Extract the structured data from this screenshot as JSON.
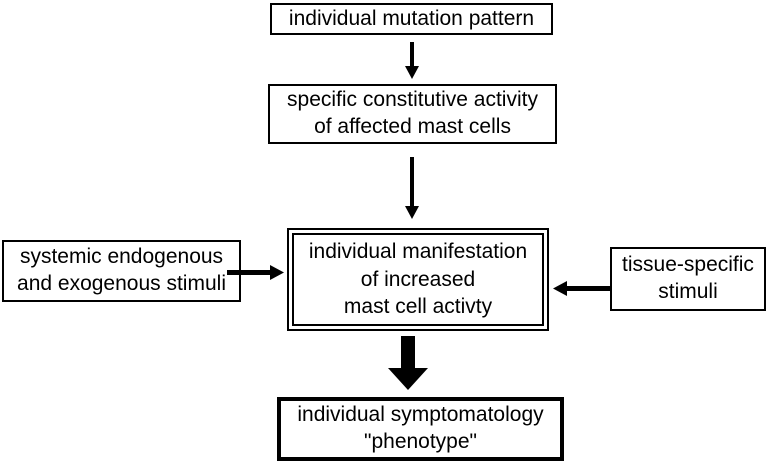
{
  "diagram": {
    "title": "mast cell disease phenotype flowchart",
    "background_color": "#ffffff",
    "line_color": "#000000",
    "boxes": {
      "mutation": {
        "text": "individual mutation pattern",
        "border": "thin"
      },
      "constitutive": {
        "lines": [
          "specific constitutive activity",
          "of affected mast cells"
        ],
        "border": "thin"
      },
      "manifestation": {
        "lines": [
          "individual manifestation",
          "of increased",
          "mast cell activty"
        ],
        "border": "double"
      },
      "systemic": {
        "lines": [
          "systemic endogenous",
          "and exogenous stimuli"
        ],
        "border": "thin"
      },
      "tissue": {
        "lines": [
          "tissue-specific",
          "stimuli"
        ],
        "border": "thin"
      },
      "phenotype": {
        "lines": [
          "individual symptomatology",
          "\"phenotype\""
        ],
        "border": "thick"
      }
    },
    "edges": [
      {
        "from": "individual mutation pattern",
        "to": "specific constitutive activity of affected mast cells",
        "direction": "down",
        "style": "thin-arrow"
      },
      {
        "from": "specific constitutive activity of affected mast cells",
        "to": "individual manifestation of increased mast cell activty",
        "direction": "down",
        "style": "thin-arrow"
      },
      {
        "from": "systemic endogenous and exogenous stimuli",
        "to": "individual manifestation of increased mast cell activty",
        "direction": "right",
        "style": "thin-arrow"
      },
      {
        "from": "tissue-specific stimuli",
        "to": "individual manifestation of increased mast cell activty",
        "direction": "left",
        "style": "thin-arrow"
      },
      {
        "from": "individual manifestation of increased mast cell activty",
        "to": "individual symptomatology \"phenotype\"",
        "direction": "down",
        "style": "thick-block-arrow"
      }
    ]
  }
}
